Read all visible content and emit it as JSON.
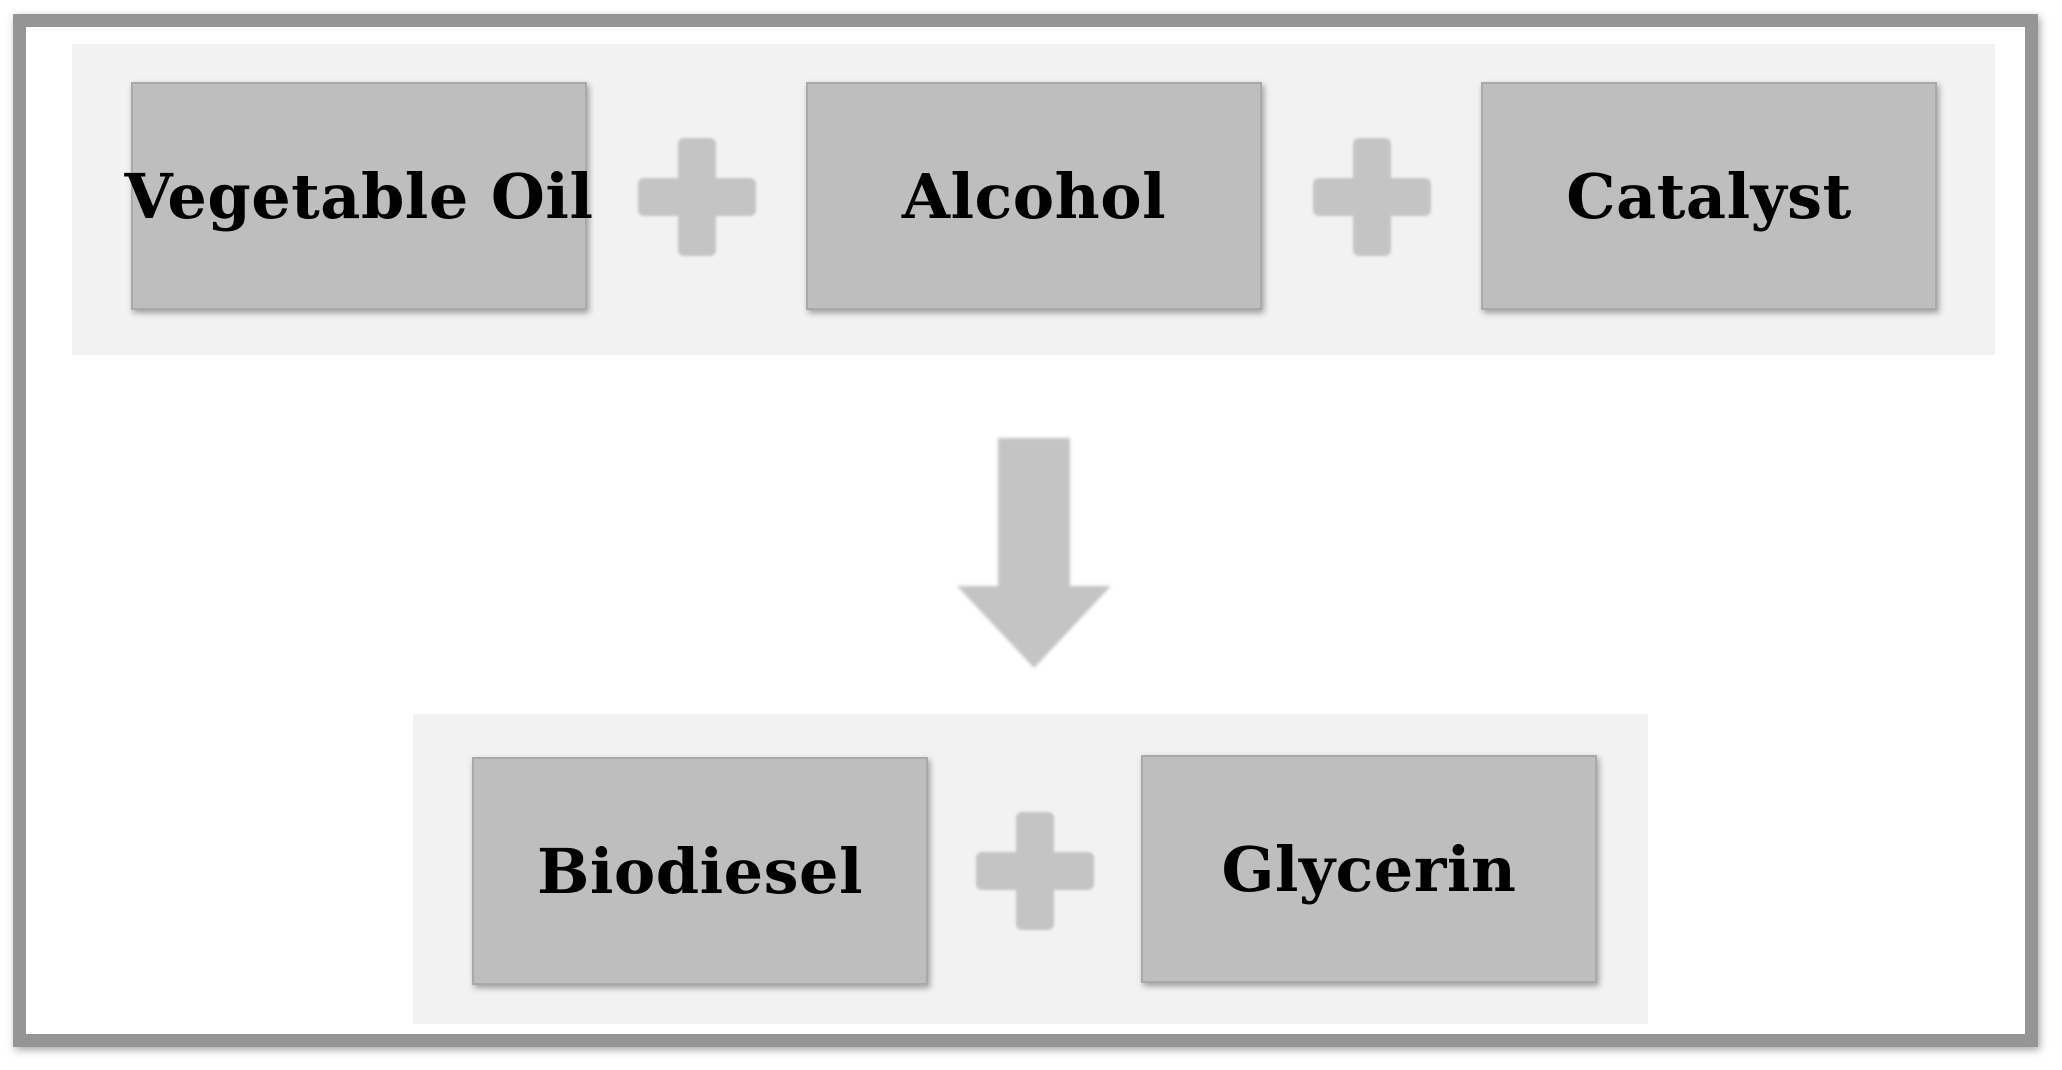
{
  "diagram": {
    "inputs": [
      {
        "label": "Vegetable Oil"
      },
      {
        "label": "Alcohol"
      },
      {
        "label": "Catalyst"
      }
    ],
    "outputs": [
      {
        "label": "Biodiesel"
      },
      {
        "label": "Glycerin"
      }
    ],
    "colors": {
      "box_fill": "#bebebe",
      "band_fill": "#f2f2f2",
      "connector": "#c4c4c4",
      "frame": "#959595"
    },
    "icons": {
      "plus": "plus-icon",
      "arrow": "arrow-down-icon"
    }
  }
}
